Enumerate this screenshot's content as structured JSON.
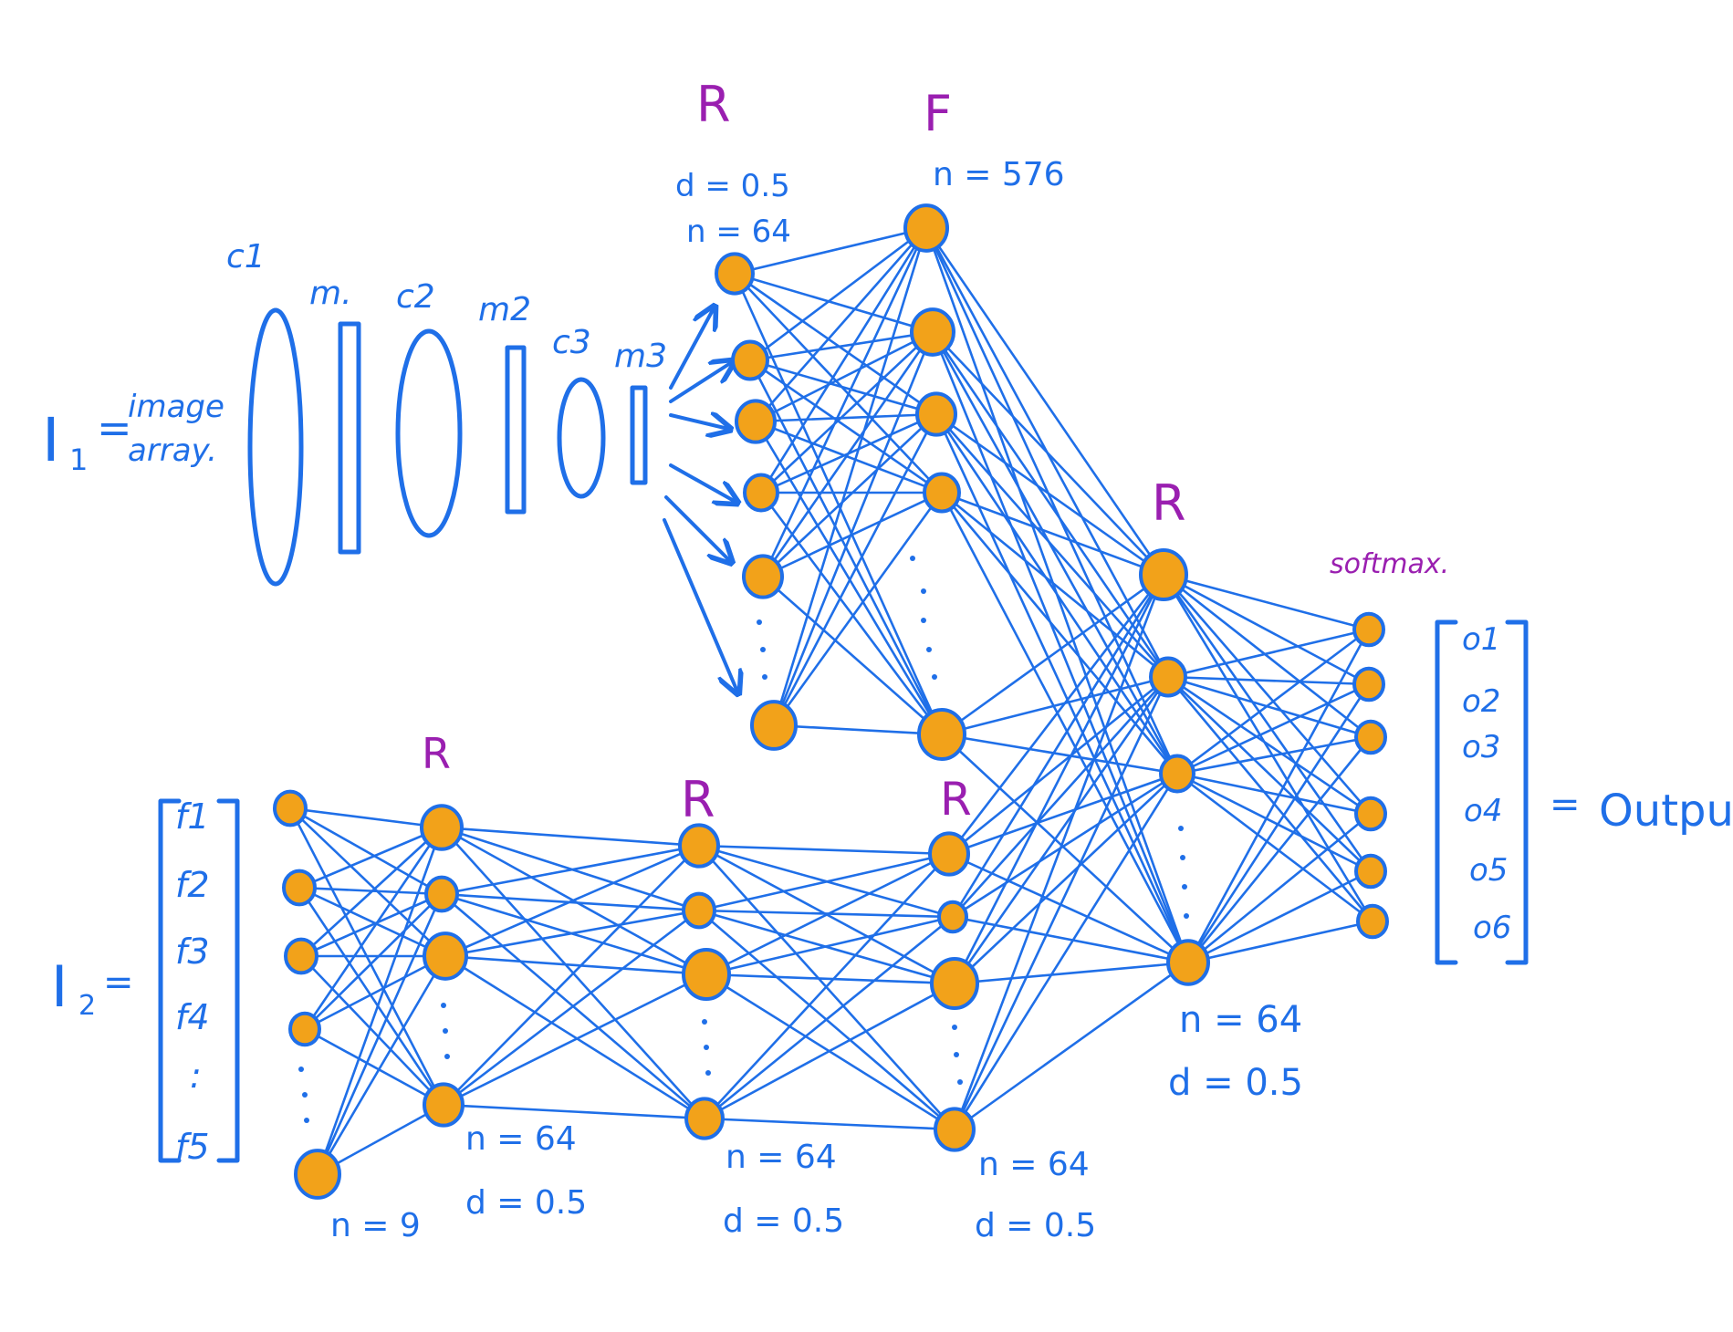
{
  "colors": {
    "ink": "#1f6fe8",
    "activation": "#9a1fb0",
    "neuron": "#f2a21a",
    "background": "#ffffff"
  },
  "input1": {
    "symbol": "I",
    "subscript": "1",
    "eq": "=",
    "line1": "image",
    "line2": "array."
  },
  "conv_stack": {
    "c1": "c1",
    "m1": "m.",
    "c2": "c2",
    "m2": "m2",
    "c3": "c3",
    "m3": "m3"
  },
  "top_dense": {
    "activation": "R",
    "dropout": "d = 0.5",
    "neurons": "n = 64"
  },
  "flatten": {
    "symbol": "F",
    "neurons": "n = 576"
  },
  "merge": {
    "activation": "R",
    "neurons": "n = 64",
    "dropout": "d = 0.5"
  },
  "softmax": {
    "label": "softmax."
  },
  "input2": {
    "symbol": "I",
    "subscript": "2",
    "eq": "=",
    "features": [
      "f1",
      "f2",
      "f3",
      "f4",
      "f5"
    ],
    "dots": ":"
  },
  "bottom_layers": [
    {
      "activation": "",
      "neurons": "n = 9",
      "dropout": ""
    },
    {
      "activation": "R",
      "neurons": "n = 64",
      "dropout": "d = 0.5"
    },
    {
      "activation": "R",
      "neurons": "n = 64",
      "dropout": "d = 0.5"
    },
    {
      "activation": "R",
      "neurons": "n = 64",
      "dropout": "d = 0.5"
    }
  ],
  "outputs": {
    "items": [
      "o1",
      "o2",
      "o3",
      "o4",
      "o5",
      "o6"
    ],
    "eq": "=",
    "label": "Output"
  }
}
